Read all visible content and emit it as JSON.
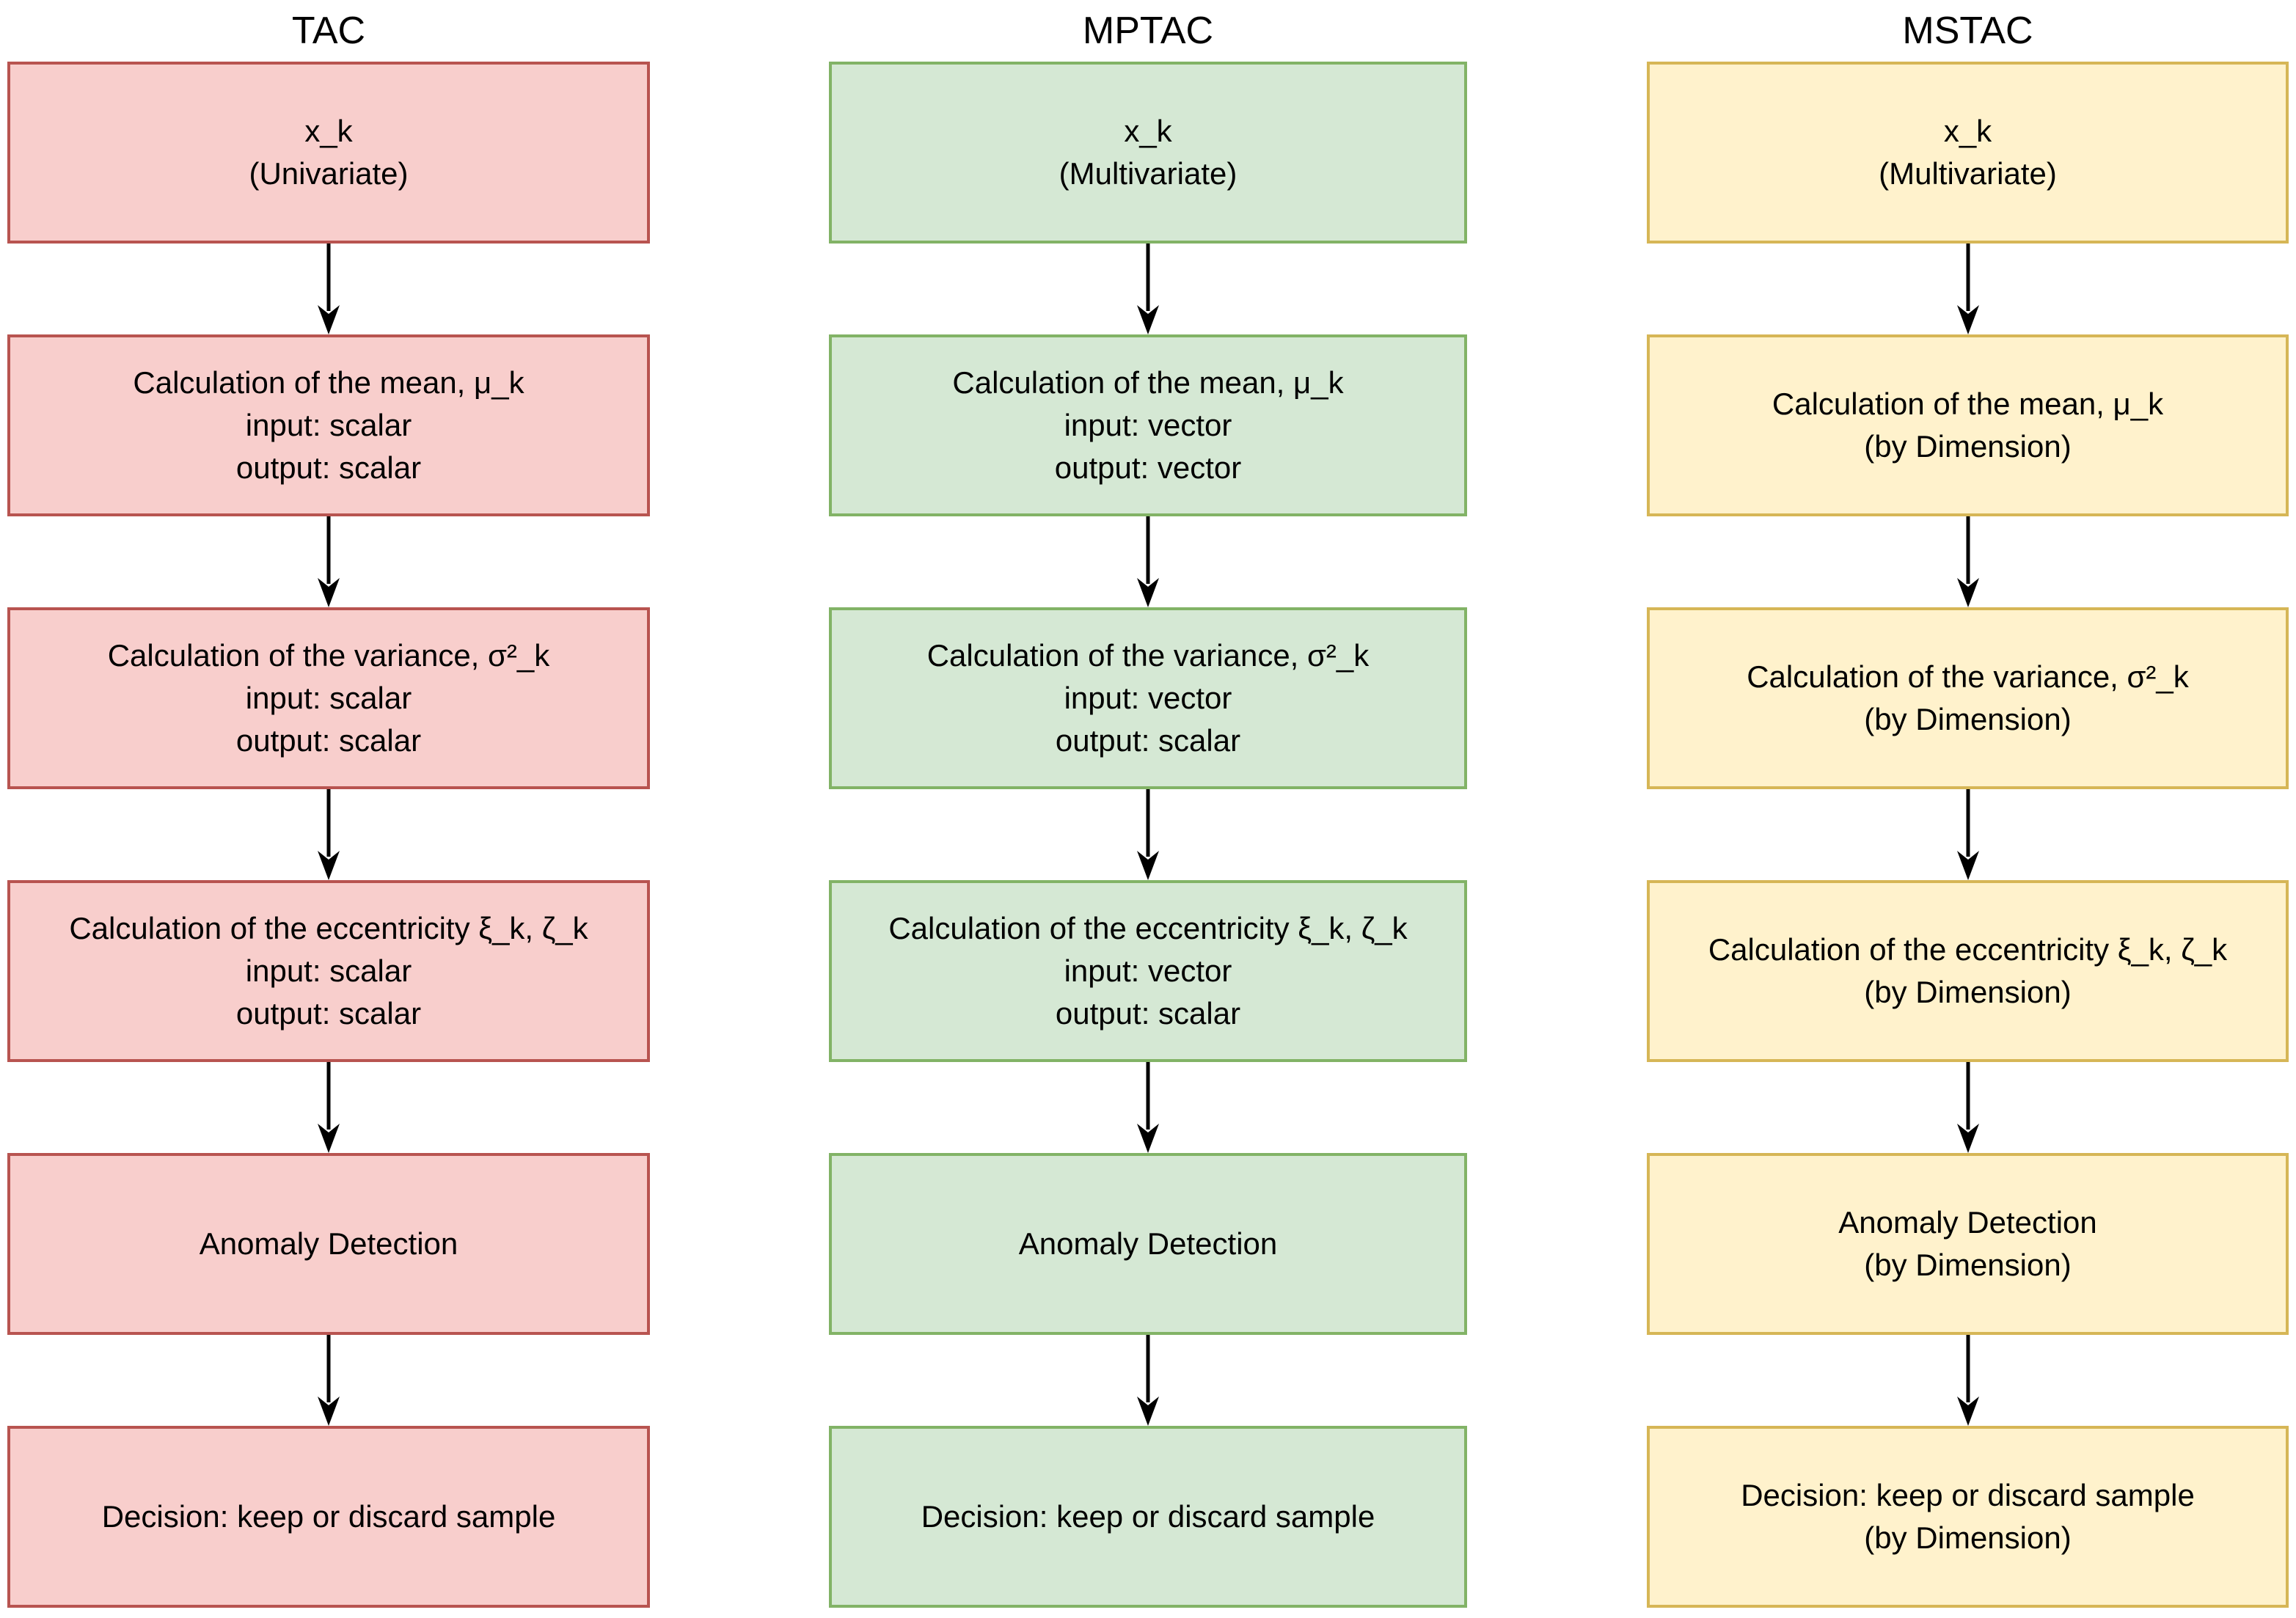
{
  "diagram": {
    "background": "#ffffff",
    "arrow_color": "#000000",
    "columns": [
      {
        "title": "TAC",
        "colors": {
          "fill": "#f8cecc",
          "border": "#b85450"
        },
        "boxes": [
          {
            "lines": [
              "x_k",
              "(Univariate)"
            ]
          },
          {
            "lines": [
              "Calculation of the mean, μ_k",
              "input: scalar",
              "output: scalar"
            ]
          },
          {
            "lines": [
              "Calculation of the variance, σ²_k",
              "input: scalar",
              "output: scalar"
            ]
          },
          {
            "lines": [
              "Calculation of the eccentricity ξ_k, ζ_k",
              "input: scalar",
              "output: scalar"
            ]
          },
          {
            "lines": [
              "Anomaly Detection"
            ]
          },
          {
            "lines": [
              "Decision: keep or discard sample"
            ]
          }
        ]
      },
      {
        "title": "MPTAC",
        "colors": {
          "fill": "#d5e8d4",
          "border": "#82b366"
        },
        "boxes": [
          {
            "lines": [
              "x_k",
              "(Multivariate)"
            ]
          },
          {
            "lines": [
              "Calculation of the mean, μ_k",
              "input: vector",
              "output: vector"
            ]
          },
          {
            "lines": [
              "Calculation of the variance, σ²_k",
              "input: vector",
              "output: scalar"
            ]
          },
          {
            "lines": [
              "Calculation of the eccentricity ξ_k, ζ_k",
              "input: vector",
              "output: scalar"
            ]
          },
          {
            "lines": [
              "Anomaly Detection"
            ]
          },
          {
            "lines": [
              "Decision: keep or discard sample"
            ]
          }
        ]
      },
      {
        "title": "MSTAC",
        "colors": {
          "fill": "#fff2cc",
          "border": "#d6b656"
        },
        "boxes": [
          {
            "lines": [
              "x_k",
              "(Multivariate)"
            ]
          },
          {
            "lines": [
              "Calculation of the mean, μ_k",
              "(by Dimension)"
            ]
          },
          {
            "lines": [
              "Calculation of the variance, σ²_k",
              "(by Dimension)"
            ]
          },
          {
            "lines": [
              "Calculation of the eccentricity ξ_k, ζ_k",
              "(by Dimension)"
            ]
          },
          {
            "lines": [
              "Anomaly Detection",
              "(by Dimension)"
            ]
          },
          {
            "lines": [
              "Decision: keep or discard sample",
              "(by Dimension)"
            ]
          }
        ]
      }
    ]
  }
}
